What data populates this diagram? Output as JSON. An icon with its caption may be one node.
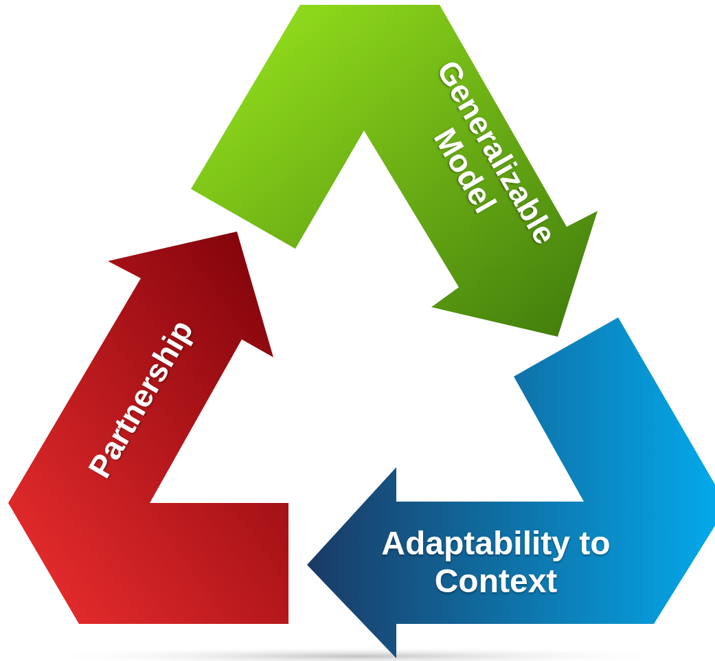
{
  "diagram": {
    "nodes": [
      {
        "text": [
          "Partnership"
        ]
      },
      {
        "text": [
          "Generalizable Model"
        ]
      },
      {
        "text": [
          "Adaptability to Context"
        ]
      }
    ]
  }
}
